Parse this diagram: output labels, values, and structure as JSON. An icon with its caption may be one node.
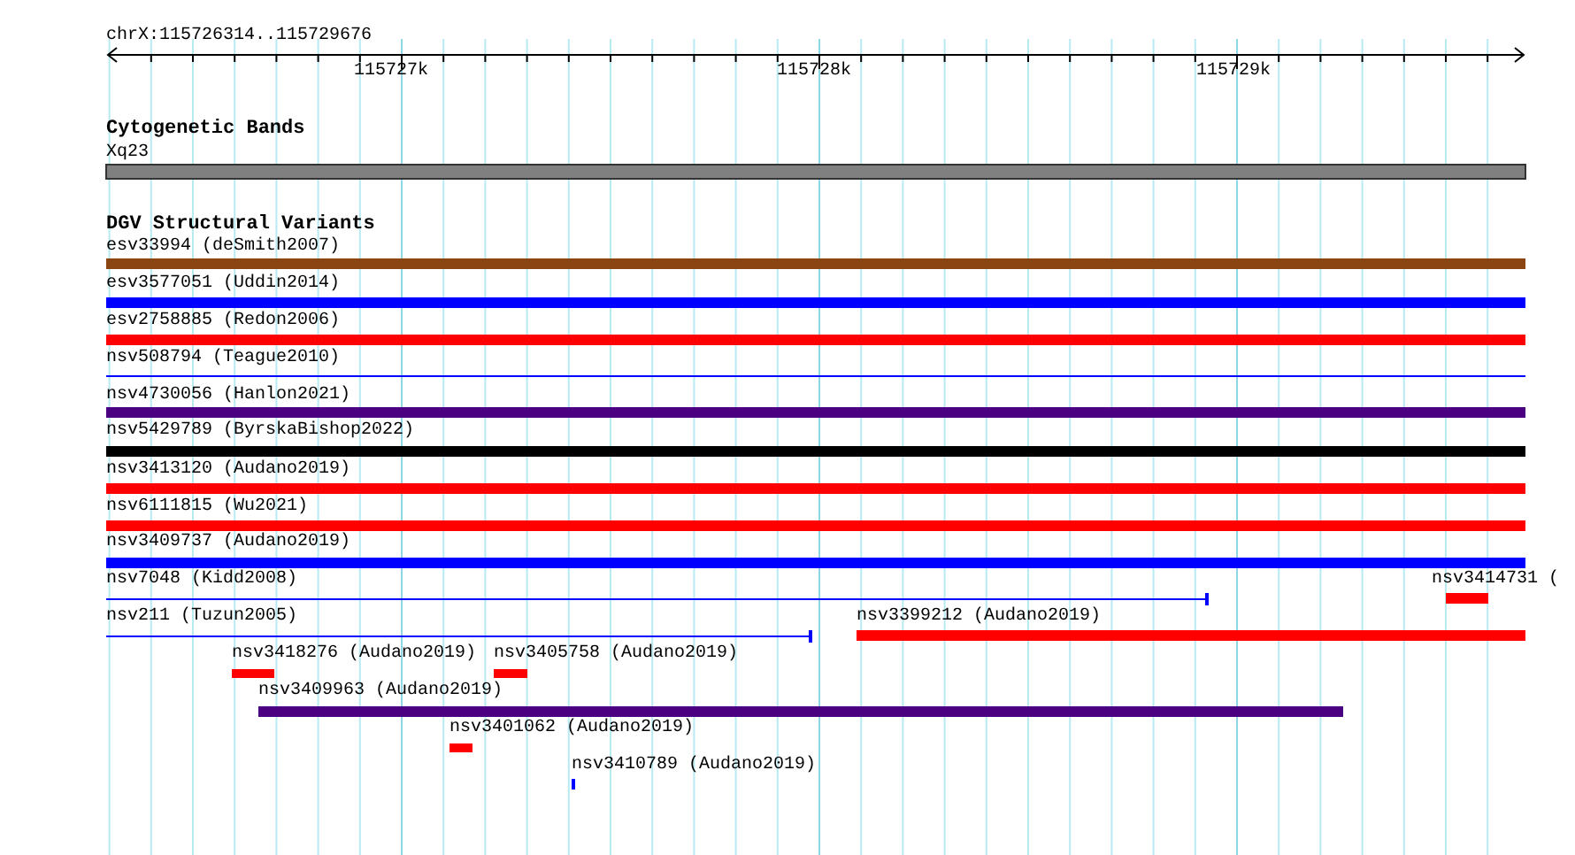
{
  "diagram": {
    "labels": [
      "chrX:115726314..115729676",
      "115727k",
      "115728k",
      "115729k",
      "Cytogenetic Bands",
      "Xq23",
      "DGV Structural Variants",
      "esv33994 (deSmith2007)",
      "esv3577051 (Uddin2014)",
      "esv2758885 (Redon2006)",
      "nsv508794 (Teague2010)",
      "nsv4730056 (Hanlon2021)",
      "nsv5429789 (ByrskaBishop2022)",
      "nsv3413120 (Audano2019)",
      "nsv6111815 (Wu2021)",
      "nsv3409737 (Audano2019)",
      "nsv7048 (Kidd2008)",
      "nsv3414731 (",
      "nsv211 (Tuzun2005)",
      "nsv3399212 (Audano2019)",
      "nsv3418276 (Audano2019)",
      "nsv3405758 (Audano2019)",
      "nsv3409963 (Audano2019)",
      "nsv3401062 (Audano2019)",
      "nsv3410789 (Audano2019)"
    ]
  }
}
